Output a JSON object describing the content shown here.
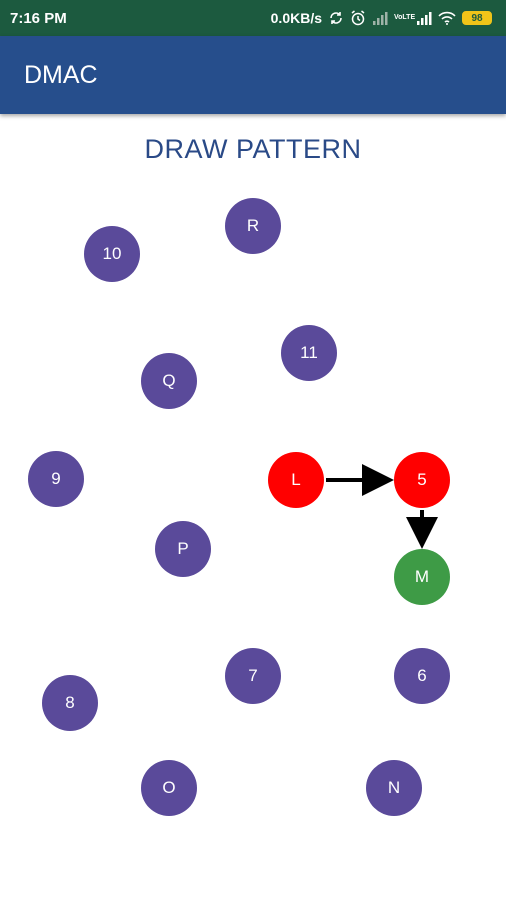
{
  "status_bar": {
    "time": "7:16 PM",
    "speed": "0.0KB/s",
    "network_label": "VoLTE",
    "battery": "98"
  },
  "app_bar": {
    "title": "DMAC"
  },
  "heading": "DRAW PATTERN",
  "colors": {
    "default_node": "#5a4a9a",
    "selected_node": "#ff0000",
    "current_node": "#3e9b46",
    "app_bar": "#264e8c",
    "status_bar": "#1c5a3f",
    "heading": "#2a4a87"
  },
  "nodes": [
    {
      "label": "R",
      "state": "default"
    },
    {
      "label": "10",
      "state": "default"
    },
    {
      "label": "11",
      "state": "default"
    },
    {
      "label": "Q",
      "state": "default"
    },
    {
      "label": "9",
      "state": "default"
    },
    {
      "label": "L",
      "state": "selected"
    },
    {
      "label": "5",
      "state": "selected"
    },
    {
      "label": "P",
      "state": "default"
    },
    {
      "label": "M",
      "state": "current"
    },
    {
      "label": "7",
      "state": "default"
    },
    {
      "label": "6",
      "state": "default"
    },
    {
      "label": "8",
      "state": "default"
    },
    {
      "label": "O",
      "state": "default"
    },
    {
      "label": "N",
      "state": "default"
    }
  ],
  "path": [
    "L",
    "5",
    "M"
  ]
}
